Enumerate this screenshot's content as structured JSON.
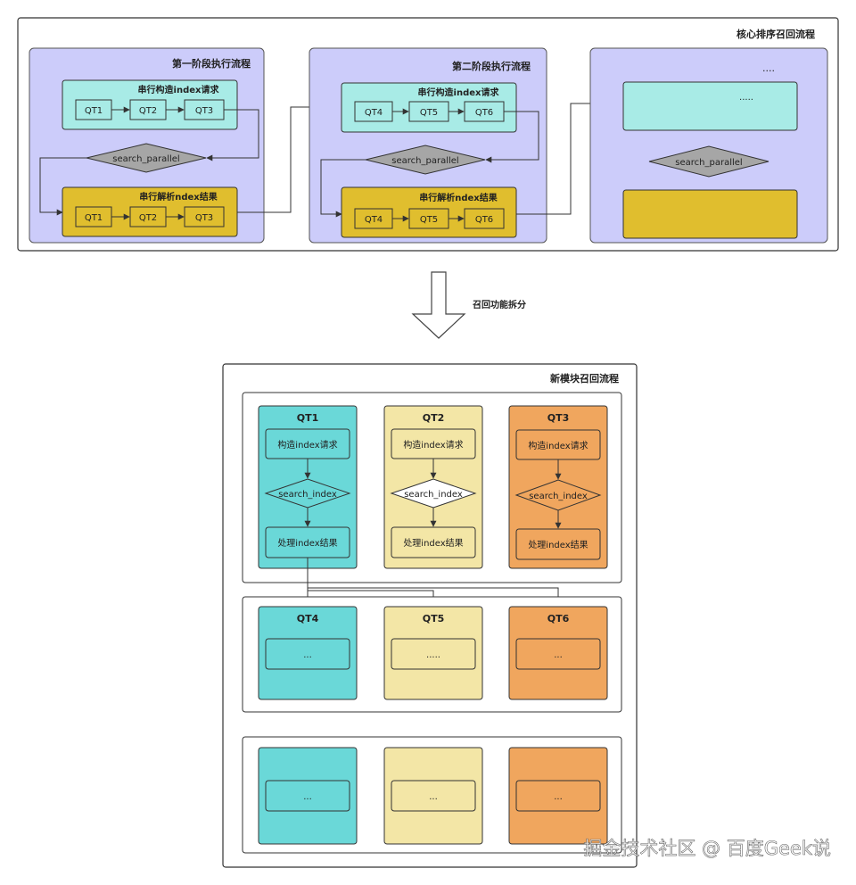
{
  "top": {
    "title": "核心排序召回流程",
    "stage1": {
      "title": "第一阶段执行流程",
      "build": {
        "title": "串行构造index请求",
        "nodes": [
          "QT1",
          "QT2",
          "QT3"
        ]
      },
      "search": "search_parallel",
      "parse": {
        "title": "串行解析ndex结果",
        "nodes": [
          "QT1",
          "QT2",
          "QT3"
        ]
      }
    },
    "stage2": {
      "title": "第二阶段执行流程",
      "build": {
        "title": "串行构造index请求",
        "nodes": [
          "QT4",
          "QT5",
          "QT6"
        ]
      },
      "search": "search_parallel",
      "parse": {
        "title": "串行解析ndex结果",
        "nodes": [
          "QT4",
          "QT5",
          "QT6"
        ]
      }
    },
    "stage3": {
      "title": "....",
      "build_text": ".....",
      "search": "search_parallel"
    }
  },
  "split_label": "召回功能拆分",
  "bottom": {
    "title": "新模块召回流程",
    "row1": [
      {
        "title": "QT1",
        "build": "构造index请求",
        "search": "search_index",
        "result": "处理index结果"
      },
      {
        "title": "QT2",
        "build": "构造index请求",
        "search": "search_index",
        "result": "处理index结果"
      },
      {
        "title": "QT3",
        "build": "构造index请求",
        "search": "search_index",
        "result": "处理index结果"
      }
    ],
    "row2": [
      {
        "title": "QT4",
        "inner": "..."
      },
      {
        "title": "QT5",
        "inner": "....."
      },
      {
        "title": "QT6",
        "inner": "..."
      }
    ],
    "row3": [
      {
        "inner": "..."
      },
      {
        "inner": "..."
      },
      {
        "inner": "..."
      }
    ]
  },
  "watermark": "掘金技术社区 @ 百度Geek说",
  "colors": {
    "stage_bg": "#ccccfa",
    "cyan": "#a8ebe6",
    "gold": "#e0be2e",
    "diamond_gray": "#a6a6a6",
    "col_cyan": "#6ad8d8",
    "col_yellow": "#f3e6a6",
    "col_orange": "#f0a65e"
  }
}
